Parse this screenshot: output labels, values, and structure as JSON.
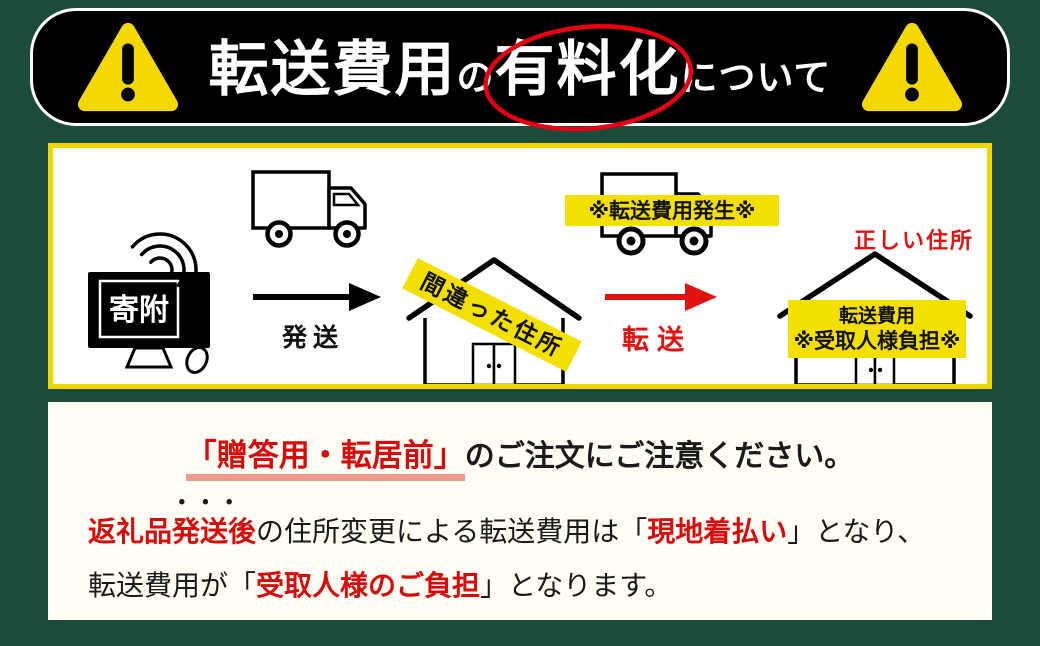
{
  "title": {
    "segment1": "転送費用",
    "particle1": "の",
    "highlighted": "有料化",
    "particle2": "について"
  },
  "diagram": {
    "monitor_label": "寄附",
    "shipping_label": "発送",
    "wrong_address_banner": "間違った住所",
    "forward_label": "転送",
    "fee_incurred_badge": "※転送費用発生※",
    "correct_address_label": "正しい住所",
    "recipient_fee_badge_line1": "転送費用",
    "recipient_fee_badge_line2": "※受取人様負担※"
  },
  "notice": {
    "heading": {
      "highlighted": "「贈答用・転居前」",
      "rest": "のご注文にご注意ください。"
    },
    "line1": {
      "emphasis_head": "返礼品",
      "emphasis_dotted": "発送後",
      "emphasis_dots": "•••",
      "mid": "の住所変更による転送費用は",
      "bracket_open": "「",
      "highlight": "現地着払い",
      "bracket_close": "」",
      "tail": "となり、"
    },
    "line2": {
      "head": "転送費用が",
      "bracket_open": "「",
      "highlight": "受取人様のご負担",
      "bracket_close": "」",
      "tail": "となります。"
    }
  },
  "colors": {
    "background_green": "#1b4b3b",
    "banner_black": "#000000",
    "warning_yellow": "#f3d900",
    "accent_red": "#e01212",
    "badge_yellow": "#f3df00",
    "panel_border_yellow": "#f0d600",
    "notice_red": "#d60b0b",
    "underline_pink": "#f0998c"
  }
}
